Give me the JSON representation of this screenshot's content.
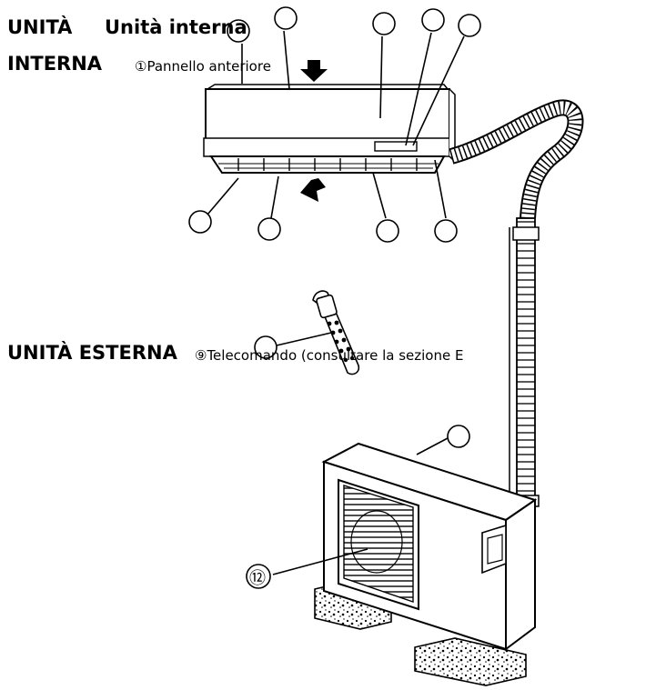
{
  "header": {
    "indoor_heading_line1": "UNITÀ",
    "indoor_title": "Unità interna",
    "indoor_heading_line2": "INTERNA",
    "item1": "①Pannello anteriore"
  },
  "outdoor": {
    "heading": "UNITÀ ESTERNA",
    "item9": "⑨Telecomando (consultare la sezione E"
  },
  "callouts": {
    "outdoor_fan": "⑫"
  },
  "colors": {
    "line": "#000000",
    "paper": "#ffffff",
    "hatch": "#333333"
  }
}
